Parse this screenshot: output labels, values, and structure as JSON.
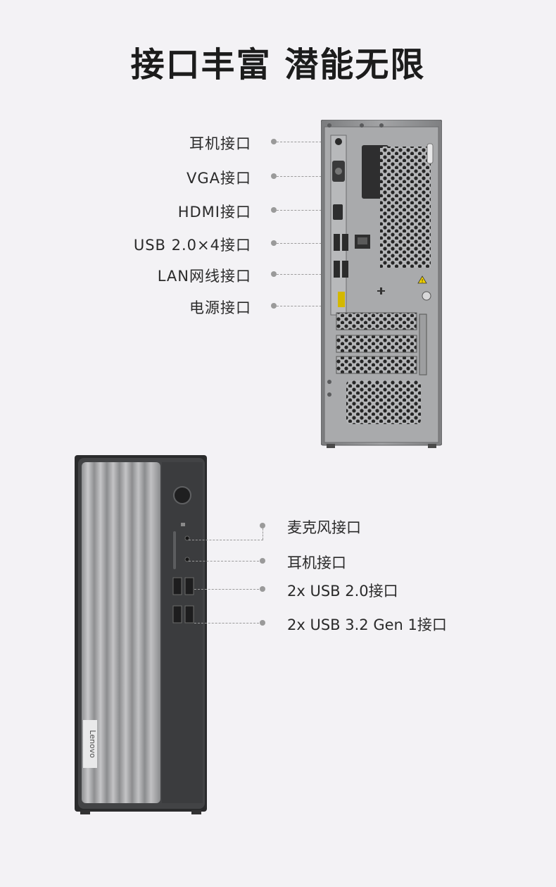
{
  "title": "接口丰富 潜能无限",
  "rear_ports": [
    {
      "label": "耳机接口"
    },
    {
      "label": "VGA接口"
    },
    {
      "label": "HDMI接口"
    },
    {
      "label": "USB 2.0×4接口"
    },
    {
      "label": "LAN网线接口"
    },
    {
      "label": "电源接口"
    }
  ],
  "front_ports": [
    {
      "label": "麦克风接口"
    },
    {
      "label": "耳机接口"
    },
    {
      "label": "2x USB 2.0接口"
    },
    {
      "label": "2x USB 3.2 Gen 1接口"
    }
  ],
  "brand": "Lenovo",
  "colors": {
    "background": "#f3f2f5",
    "chassis": "#8d8e90",
    "front_panel_dark": "#3e3f41",
    "front_panel_silver": "#a9a9ab"
  }
}
